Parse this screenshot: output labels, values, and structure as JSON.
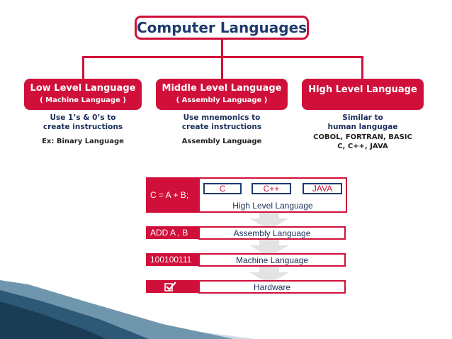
{
  "title": "Computer Languages",
  "categories": [
    {
      "heading": "Low Level Language",
      "subheading": "( Machine Language )",
      "desc": [
        "Use 1’s & 0’s to",
        "create instructions"
      ],
      "example": [
        "Ex: Binary Language"
      ]
    },
    {
      "heading": "Middle Level Language",
      "subheading": "( Assembly Language )",
      "desc": [
        "Use mnemonics to",
        "create instructions"
      ],
      "example": [
        "Assembly Language"
      ]
    },
    {
      "heading": "High Level Language",
      "subheading": "",
      "desc": [
        "Similar to",
        "human langugae"
      ],
      "example": [
        "COBOL, FORTRAN, BASIC",
        "C, C++, JAVA"
      ]
    }
  ],
  "stack": {
    "high": {
      "code": "C = A + B;",
      "languages": [
        "C",
        "C++",
        "JAVA"
      ],
      "label": "High Level Language"
    },
    "assembly": {
      "code": "ADD  A , B",
      "label": "Assembly Language"
    },
    "machine": {
      "code": "100100111",
      "label": "Machine Language"
    },
    "hardware": {
      "icon": "checkmark-icon",
      "label": "Hardware"
    }
  },
  "colors": {
    "accent": "#d0103a",
    "text": "#1a2e5a",
    "arrow": "#e3e3e3"
  }
}
